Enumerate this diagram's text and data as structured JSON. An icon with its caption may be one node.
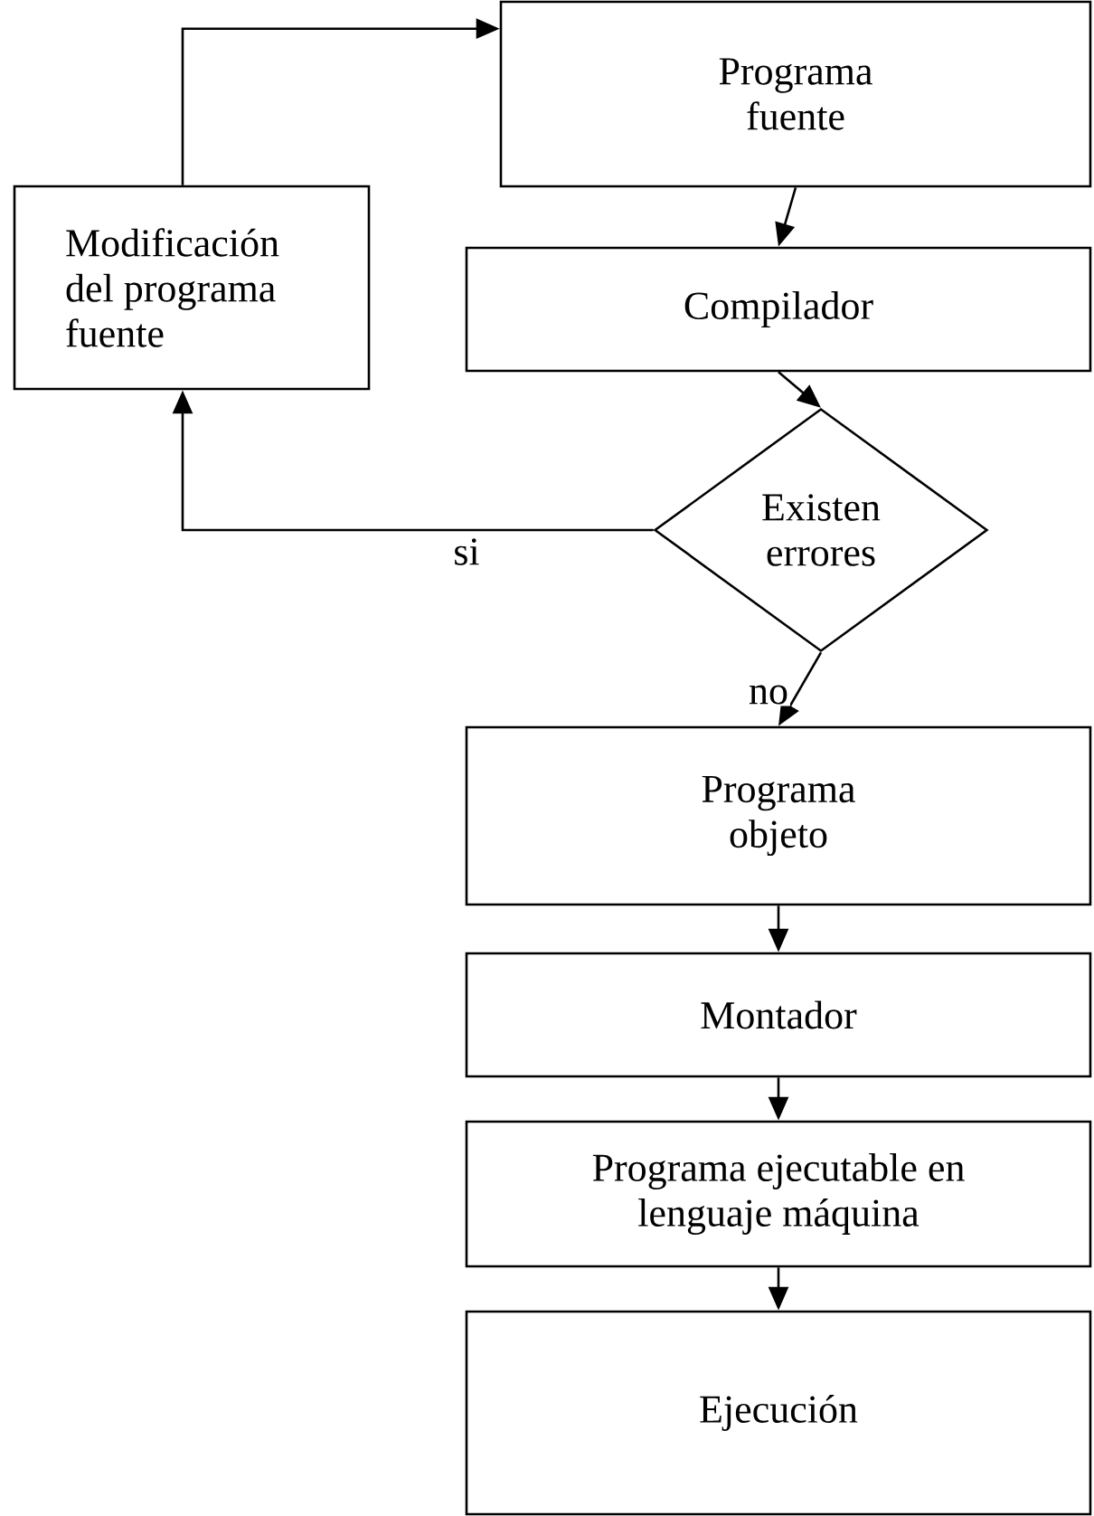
{
  "diagram": {
    "nodes": [
      {
        "text": [
          "Programa fuente"
        ]
      },
      {
        "text": [
          "Modificación del programa fuente"
        ]
      },
      {
        "text": [
          "Compilador"
        ]
      },
      {
        "text": [
          "Existen errores"
        ]
      },
      {
        "text": [
          "Programa objeto"
        ]
      },
      {
        "text": [
          "Montador"
        ]
      },
      {
        "text": [
          "Programa ejecutable en lenguaje máquina"
        ]
      },
      {
        "text": [
          "Ejecución"
        ]
      }
    ],
    "edges": [
      {
        "from": 0,
        "to": 2,
        "arrow": "to"
      },
      {
        "from": 2,
        "to": 3,
        "arrow": "to"
      },
      {
        "from": 3,
        "to": 1,
        "arrow": "to",
        "label": "si"
      },
      {
        "from": 1,
        "to": 0,
        "arrow": "to"
      },
      {
        "from": 3,
        "to": 4,
        "arrow": "to",
        "label": "no"
      },
      {
        "from": 4,
        "to": 5,
        "arrow": "to"
      },
      {
        "from": 5,
        "to": 6,
        "arrow": "to"
      },
      {
        "from": 6,
        "to": 7,
        "arrow": "to"
      }
    ]
  }
}
